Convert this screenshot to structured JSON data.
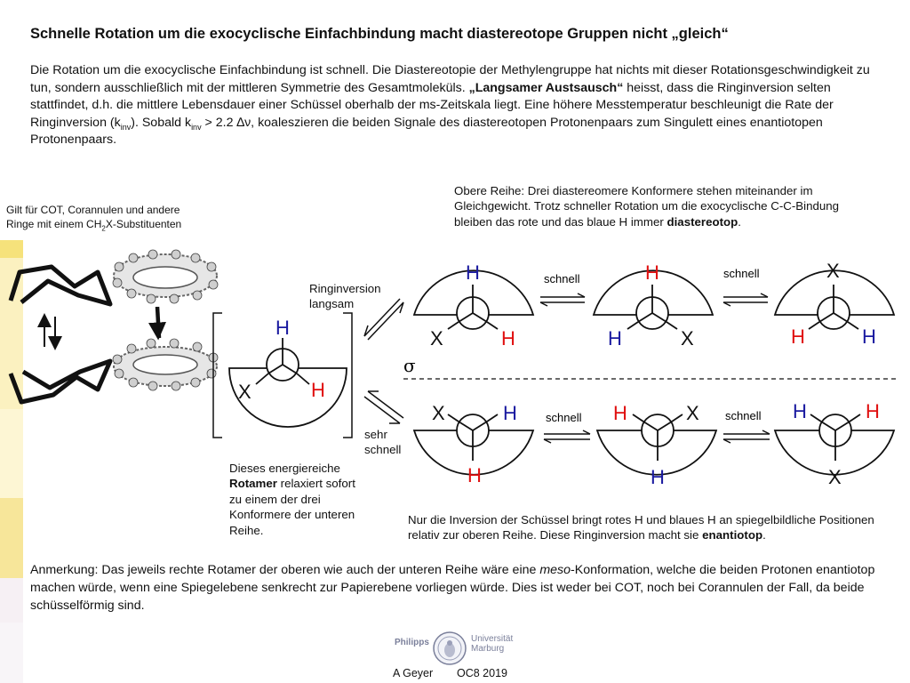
{
  "title": "Schnelle Rotation um die exocyclische Einfachbindung macht diastereotope Gruppen nicht „gleich“",
  "intro": {
    "p1": "Die Rotation um die exocyclische Einfachbindung ist schnell. Die Diastereotopie der Methylengruppe hat nichts mit dieser Rotationsgeschwindigkeit zu tun, sondern ausschließlich mit der mittleren Symmetrie des Gesamtmoleküls. ",
    "bold": "„Langsamer Austsausch“",
    "p2": " heisst, dass die Ringinversion selten stattfindet, d.h. die mittlere Lebensdauer einer Schüssel oberhalb der ms-Zeitskala liegt. Eine höhere Messtemperatur beschleunigt die Rate der Ringinversion (k",
    "sub1": "inv",
    "p3": "). Sobald k",
    "sub2": "inv",
    "p4": " > 2.2 ∆ν, koaleszieren die beiden Signale des diastereotopen Protonenpaars zum Singulett eines enantiotopen Protonenpaars."
  },
  "left_note": {
    "line1": "Gilt für COT, Corannulen und andere",
    "line2a": "Ringe mit einem CH",
    "line2sub": "2",
    "line2b": "X-Substituenten"
  },
  "top_caption": {
    "text": "Obere Reihe: Drei diastereomere Konformere stehen miteinander im Gleichgewicht. Trotz schneller Rotation um die exocyclische C-C-Bindung bleiben das rote und das blaue H immer ",
    "bold": "diastereotop",
    "end": "."
  },
  "ring_inversion": {
    "line1": "Ringinversion",
    "line2": "langsam"
  },
  "very_fast": {
    "line1": "sehr",
    "line2": "schnell"
  },
  "fast_label": "schnell",
  "sigma": "σ",
  "rotamer_caption": {
    "pre": "Dieses energiereiche ",
    "bold": "Rotamer",
    "post": " relaxiert sofort zu einem der drei Konformere der unteren Reihe."
  },
  "bottom_caption": {
    "text": "Nur die Inversion der Schüssel bringt rotes H und blaues H an spiegelbildliche Positionen relativ zur oberen Reihe. Diese Ringinversion macht sie ",
    "bold": "enantiotop",
    "end": "."
  },
  "remark": {
    "pre": "Anmerkung: Das jeweils rechte Rotamer der oberen wie auch der unteren Reihe wäre eine ",
    "italic": "meso",
    "post": "-Konformation, welche die beiden Protonen enantiotop machen würde, wenn eine Spiegelebene senkrecht zur Papierebene vorliegen würde. Dies ist weder bei COT, noch bei Corannulen der Fall, da beide schüsselförmig sind."
  },
  "labels": {
    "H": "H",
    "X": "X"
  },
  "logo": {
    "left": "Philipps",
    "right1": "Universität",
    "right2": "Marburg"
  },
  "footer": {
    "author": "A Geyer",
    "course": "OC8 2019"
  },
  "colors": {
    "red_h": "#e01010",
    "blue_h": "#1a1aa0",
    "sidebar": [
      "#f5e27a",
      "#fbeea8",
      "#fdf4c8",
      "#f5eef0",
      "#fbf8fb"
    ]
  }
}
